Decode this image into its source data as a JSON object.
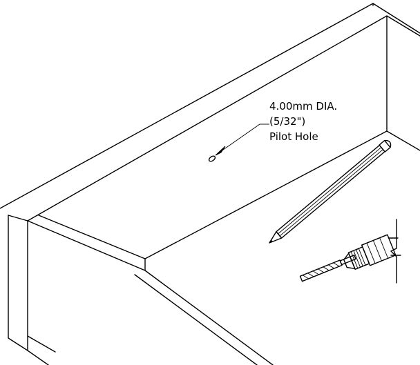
{
  "callout": {
    "line1": "4.00mm DIA.",
    "line2": "(5/32\")",
    "line3": "Pilot Hole"
  },
  "illustration": {
    "subject": "cabinet-interior-pilot-hole",
    "tools": [
      "pencil-icon",
      "drill-icon"
    ],
    "line_color": "#000000",
    "background": "#ffffff"
  }
}
